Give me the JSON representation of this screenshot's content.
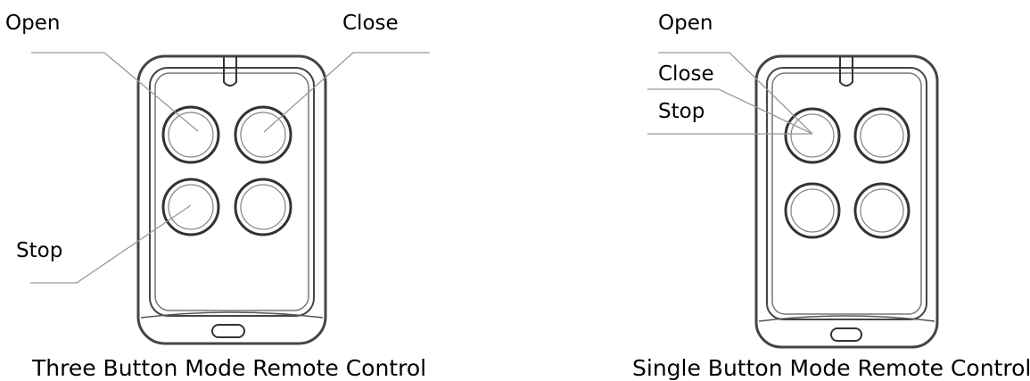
{
  "left_diagram": {
    "caption": "Three Button Mode Remote Control",
    "labels": {
      "open": "Open",
      "close": "Close",
      "stop": "Stop"
    }
  },
  "right_diagram": {
    "caption": "Single Button Mode Remote Control",
    "labels": {
      "open": "Open",
      "close": "Close",
      "stop": "Stop"
    }
  }
}
